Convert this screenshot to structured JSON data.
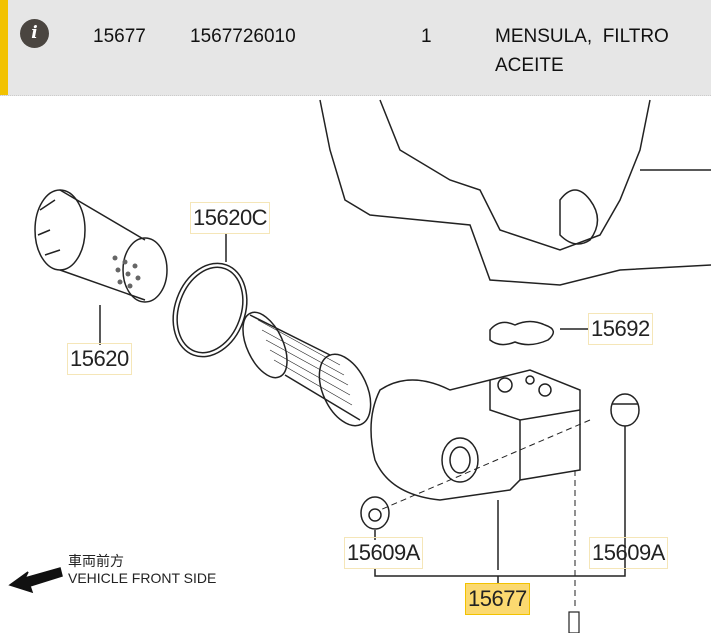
{
  "part_row": {
    "info_icon": "info-icon",
    "ref_number": "15677",
    "part_number": "1567726010",
    "quantity": "1",
    "description_line1": "MENSULA,  FILTRO",
    "description_line2": "ACEITE"
  },
  "diagram": {
    "callouts": [
      "15620C",
      "15620",
      "15692",
      "15609A",
      "15609A",
      "15677"
    ],
    "highlighted": "15677",
    "direction_jp": "車両前方",
    "direction_en": "VEHICLE FRONT SIDE"
  },
  "colors": {
    "accent": "#f2c200",
    "highlight": "#fbd970",
    "row_bg": "#e6e6e6"
  }
}
